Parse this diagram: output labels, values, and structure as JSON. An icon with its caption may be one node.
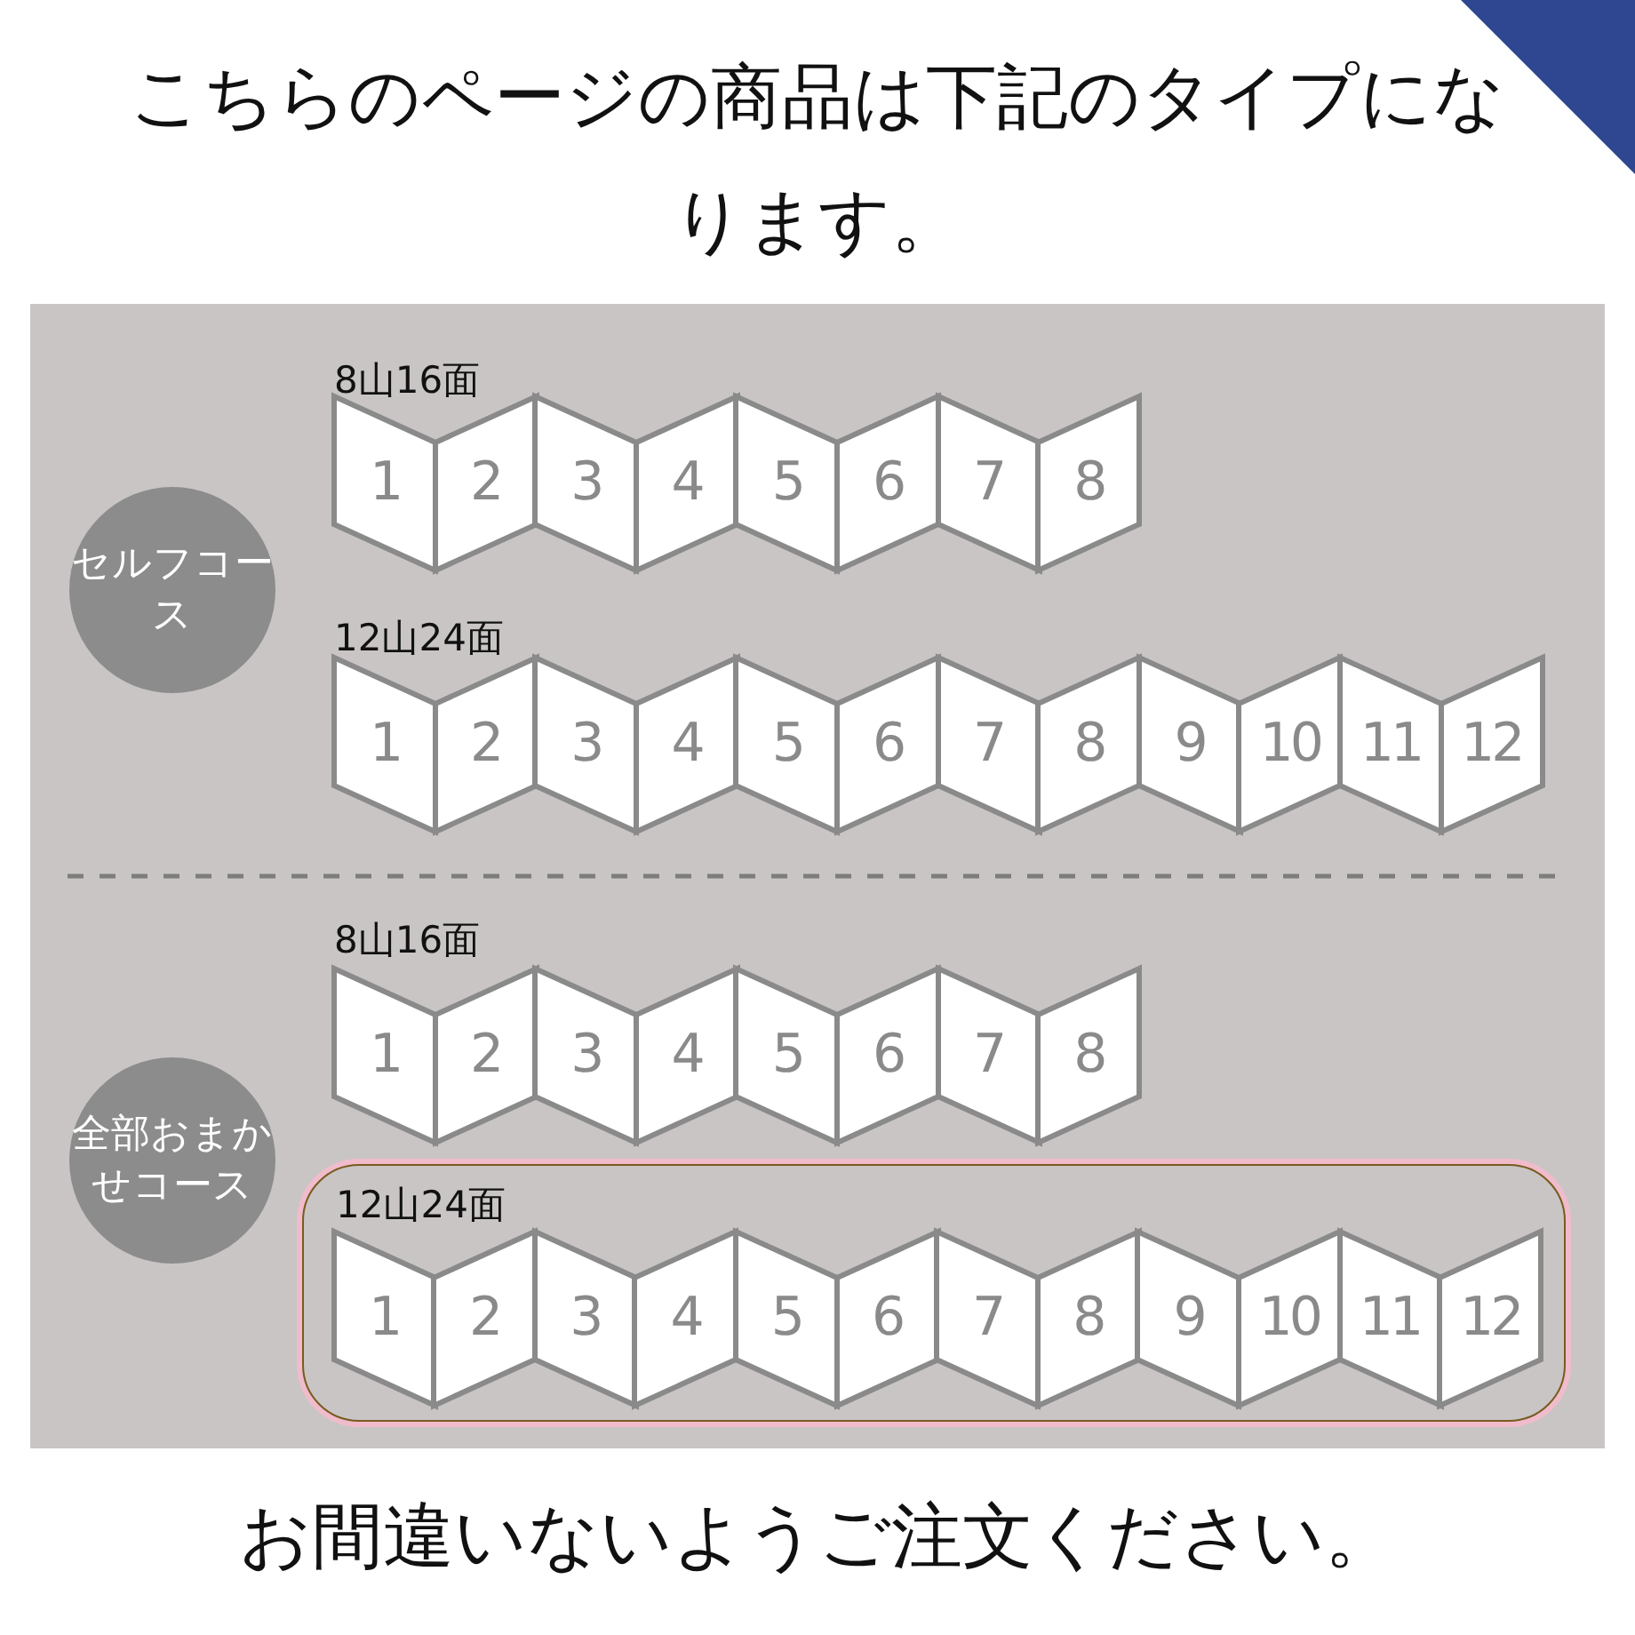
{
  "diagram": {
    "title": "こちらのページの商品は下記のタイプになります。",
    "caption": "お間違いないようご注文ください。",
    "nodes": [
      {
        "text": [
          "セルフコース"
        ]
      },
      {
        "text": [
          "1"
        ]
      },
      {
        "text": [
          "2"
        ]
      },
      {
        "text": [
          "3"
        ]
      },
      {
        "text": [
          "4"
        ]
      },
      {
        "text": [
          "5"
        ]
      },
      {
        "text": [
          "6"
        ]
      },
      {
        "text": [
          "7"
        ]
      },
      {
        "text": [
          "8"
        ]
      },
      {
        "text": [
          "1"
        ]
      },
      {
        "text": [
          "2"
        ]
      },
      {
        "text": [
          "3"
        ]
      },
      {
        "text": [
          "4"
        ]
      },
      {
        "text": [
          "5"
        ]
      },
      {
        "text": [
          "6"
        ]
      },
      {
        "text": [
          "7"
        ]
      },
      {
        "text": [
          "8"
        ]
      },
      {
        "text": [
          "9"
        ]
      },
      {
        "text": [
          "10"
        ]
      },
      {
        "text": [
          "11"
        ]
      },
      {
        "text": [
          "12"
        ]
      },
      {
        "text": [
          "全部おまかせコース"
        ]
      },
      {
        "text": [
          "1"
        ]
      },
      {
        "text": [
          "2"
        ]
      },
      {
        "text": [
          "3"
        ]
      },
      {
        "text": [
          "4"
        ]
      },
      {
        "text": [
          "5"
        ]
      },
      {
        "text": [
          "6"
        ]
      },
      {
        "text": [
          "7"
        ]
      },
      {
        "text": [
          "8"
        ]
      },
      {
        "text": [
          "12山24面"
        ]
      },
      {
        "text": [
          "1"
        ],
        "in": 30
      },
      {
        "text": [
          "2"
        ],
        "in": 30
      },
      {
        "text": [
          "3"
        ],
        "in": 30
      },
      {
        "text": [
          "4"
        ],
        "in": 30
      },
      {
        "text": [
          "5"
        ],
        "in": 30
      },
      {
        "text": [
          "6"
        ],
        "in": 30
      },
      {
        "text": [
          "7"
        ],
        "in": 30
      },
      {
        "text": [
          "8"
        ],
        "in": 30
      },
      {
        "text": [
          "9"
        ],
        "in": 30
      },
      {
        "text": [
          "10"
        ],
        "in": 30
      },
      {
        "text": [
          "11"
        ],
        "in": 30
      },
      {
        "text": [
          "12"
        ],
        "in": 30
      }
    ],
    "labels": [
      "8山16面",
      "12山24面",
      "8山16面"
    ]
  }
}
